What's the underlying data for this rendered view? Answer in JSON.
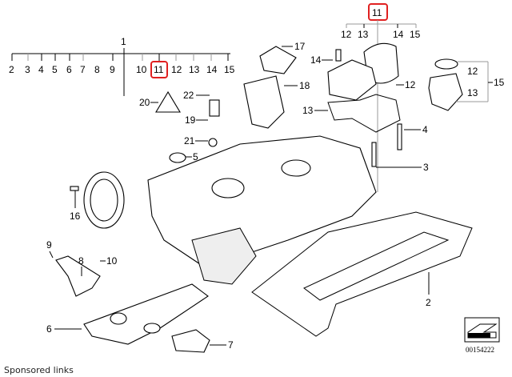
{
  "diagram": {
    "labels": {
      "main_group": "1",
      "row": [
        "2",
        "3",
        "4",
        "5",
        "6",
        "7",
        "8",
        "9",
        "10",
        "11",
        "12",
        "13",
        "14",
        "15"
      ],
      "top_group": "11",
      "top_row": [
        "12",
        "13",
        "14",
        "15"
      ],
      "p17": "17",
      "p14": "14",
      "p18": "18",
      "p12a": "12",
      "p12b": "12",
      "p15": "15",
      "p13a": "13",
      "p13b": "13",
      "p22": "22",
      "p20": "20",
      "p19": "19",
      "p21": "21",
      "p5": "5",
      "p4": "4",
      "p3": "3",
      "p16": "16",
      "p9": "9",
      "p8": "8",
      "p10": "10",
      "p2": "2",
      "p6": "6",
      "p7": "7"
    },
    "highlighted_part": "11",
    "highlight_color": "#e02020",
    "diagram_code": "00154222"
  },
  "footer": {
    "sponsored_links": "Sponsored links"
  }
}
